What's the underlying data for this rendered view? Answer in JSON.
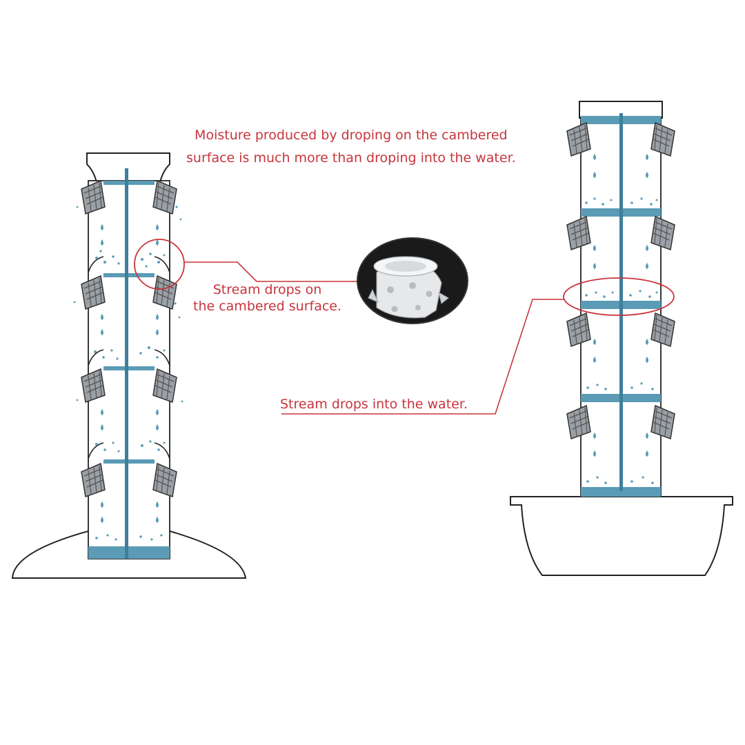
{
  "annotations": {
    "moisture": {
      "line1": "Moisture produced by droping on the cambered",
      "line2": "surface is much more than droping into the water."
    },
    "cambered": {
      "line1": "Stream drops on",
      "line2": "the cambered surface."
    },
    "into_water": "Stream drops into the water."
  },
  "colors": {
    "annotation_red": "#c8343c",
    "water_blue": "#5b9bb5",
    "outline": "#222222",
    "pot_gray": "#8a8f94"
  }
}
